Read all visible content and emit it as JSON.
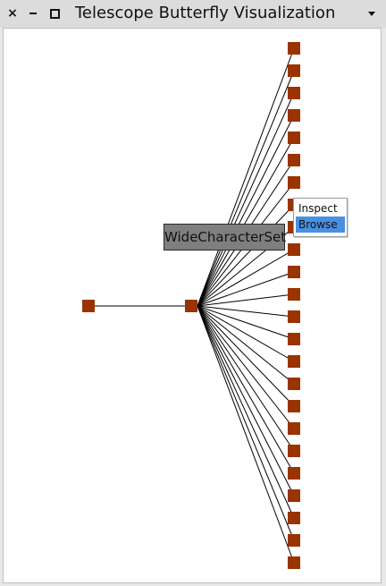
{
  "window": {
    "title": "Telescope Butterfly Visualization",
    "close_glyph": "×"
  },
  "graph": {
    "node_color": "#993300",
    "edge_color": "#000000",
    "source_node_count": 1,
    "target_node_count": 24
  },
  "tooltip": {
    "text": "WideCharacterSet"
  },
  "context_menu": {
    "items": [
      "Inspect",
      "Browse"
    ],
    "selected_item": "Browse",
    "highlight_color": "#4a90e2"
  }
}
